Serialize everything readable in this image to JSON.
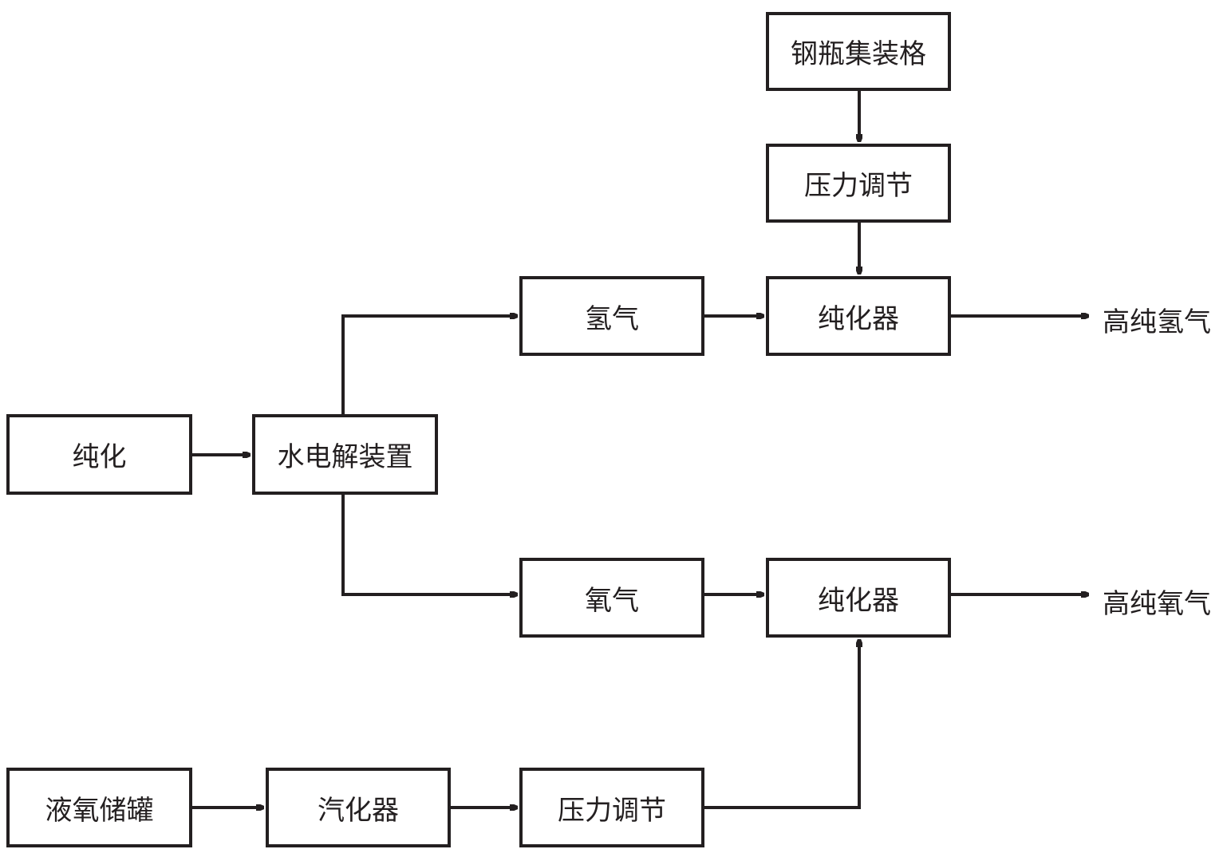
{
  "nodes": {
    "cylinder_rack": "钢瓶集装格",
    "pressure_regulation_top": "压力调节",
    "purifier_hydrogen": "纯化器",
    "hydrogen": "氢气",
    "purification": "纯化",
    "water_electrolysis": "水电解装置",
    "oxygen": "氧气",
    "purifier_oxygen": "纯化器",
    "liquid_oxygen_tank": "液氧储罐",
    "vaporizer": "汽化器",
    "pressure_regulation_bottom": "压力调节"
  },
  "outputs": {
    "high_purity_hydrogen": "高纯氢气",
    "high_purity_oxygen": "高纯氧气"
  },
  "colors": {
    "line": "#231f20",
    "background": "#ffffff"
  }
}
